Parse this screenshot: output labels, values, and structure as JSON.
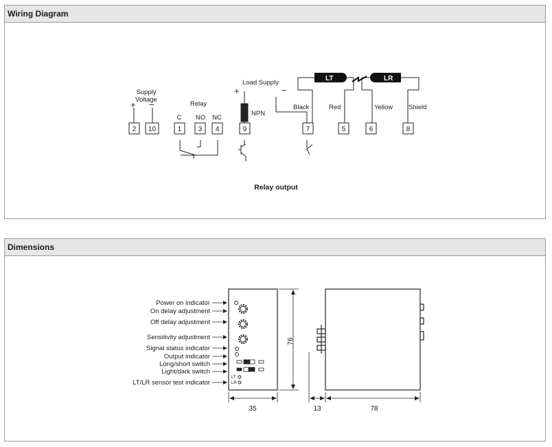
{
  "wiring": {
    "title": "Wiring Diagram",
    "supply_label_1": "Supply",
    "supply_label_2": "Voltage",
    "plus": "+",
    "minus": "−",
    "relay_label": "Relay",
    "relay_c": "C",
    "relay_no": "NO",
    "relay_nc": "NC",
    "npn_label": "NPN",
    "load_supply": "Load Supply",
    "lt": "LT",
    "lr": "LR",
    "black": "Black",
    "red": "Red",
    "yellow": "Yellow",
    "shield": "Shield",
    "terminals": [
      "2",
      "10",
      "1",
      "3",
      "4",
      "9",
      "7",
      "5",
      "6",
      "8"
    ],
    "caption": "Relay output"
  },
  "dimensions": {
    "title": "Dimensions",
    "labels": [
      "Power on indicator",
      "On delay adjustment",
      "Off delay adjustment",
      "Sensitivity adjustment",
      "Signal status indicator",
      "Output indicator",
      "Long/short switch",
      "Light/dark switch",
      "LT/LR sensor test indicator"
    ],
    "lt_small": "LT",
    "lr_small": "LR",
    "height_value": "76",
    "width_value": "35",
    "depth_front": "13",
    "depth_value": "78"
  }
}
